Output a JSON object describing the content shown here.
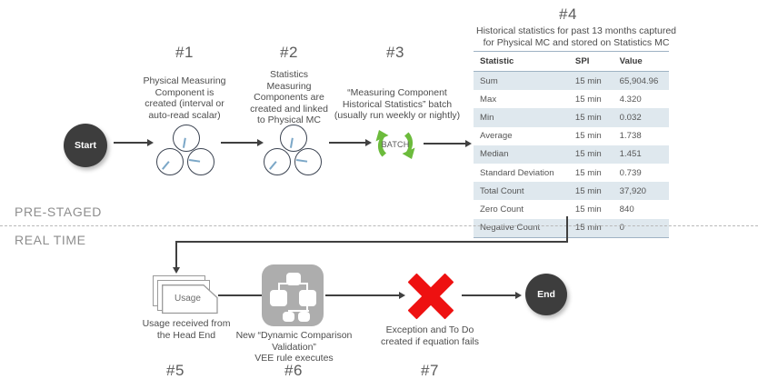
{
  "bands": {
    "prestaged": "PRE-STAGED",
    "realtime": "REAL TIME"
  },
  "nodes": {
    "start": "Start",
    "end": "End",
    "batch": "BATCH",
    "usage_doc": "Usage"
  },
  "steps": [
    {
      "number": "#1",
      "caption": "Physical Measuring Component is created (interval  or auto-read scalar)",
      "icon": "meter-cluster-icon"
    },
    {
      "number": "#2",
      "caption": "Statistics Measuring Components are created and linked to Physical MC",
      "icon": "meter-cluster-icon"
    },
    {
      "number": "#3",
      "caption": "“Measuring Component Historical Statistics” batch (usually run weekly or nightly)",
      "icon": "batch-refresh-icon"
    },
    {
      "number": "#4",
      "caption": "Historical statistics for past 13 months captured for Physical MC and stored on Statistics MC",
      "icon": "statistics-table"
    },
    {
      "number": "#5",
      "caption": "Usage received from the Head End",
      "icon": "document-stack-icon"
    },
    {
      "number": "#6",
      "caption": "New “Dynamic Comparison Validation” VEE rule executes",
      "icon": "hierarchy-icon"
    },
    {
      "number": "#7",
      "caption": "Exception and To Do created if equation fails",
      "icon": "red-x-icon"
    }
  ],
  "step_captions": {
    "s1_l1": "Physical Measuring",
    "s1_l2": "Component is",
    "s1_l3": "created (interval  or",
    "s1_l4": "auto-read scalar)",
    "s2_l1": "Statistics",
    "s2_l2": "Measuring",
    "s2_l3": "Components are",
    "s2_l4": "created and linked",
    "s2_l5": "to Physical MC",
    "s3_l1": "“Measuring Component",
    "s3_l2": "Historical Statistics” batch",
    "s3_l3": "(usually run weekly or nightly)",
    "s4_l1": "Historical statistics for past 13 months captured",
    "s4_l2": "for Physical MC and stored on Statistics MC",
    "s5_l1": "Usage received from",
    "s5_l2": "the Head End",
    "s6_l1": "New “Dynamic Comparison Validation”",
    "s6_l2": "VEE rule executes",
    "s7_l1": "Exception and To Do",
    "s7_l2": "created if equation fails"
  },
  "table": {
    "columns": [
      "Statistic",
      "SPI",
      "Value"
    ],
    "rows": [
      [
        "Sum",
        "15 min",
        "65,904.96"
      ],
      [
        "Max",
        "15 min",
        "4.320"
      ],
      [
        "Min",
        "15 min",
        "0.032"
      ],
      [
        "Average",
        "15 min",
        "1.738"
      ],
      [
        "Median",
        "15 min",
        "1.451"
      ],
      [
        "Standard Deviation",
        "15 min",
        "0.739"
      ],
      [
        "Total Count",
        "15 min",
        "37,920"
      ],
      [
        "Zero Count",
        "15 min",
        "840"
      ],
      [
        "Negative Count",
        "15 min",
        "0"
      ]
    ]
  },
  "colors": {
    "node_fill": "#3d3d3d",
    "arrow": "#404040",
    "batch_green": "#6cbb3c",
    "error_red": "#ee1111",
    "vee_gray": "#adadad",
    "table_shade": "#dfe8ee",
    "table_rule": "#9fb3c4",
    "band_text": "#8e8e8e",
    "meter_stroke": "#3b4351",
    "needle": "#7ba7c7"
  }
}
